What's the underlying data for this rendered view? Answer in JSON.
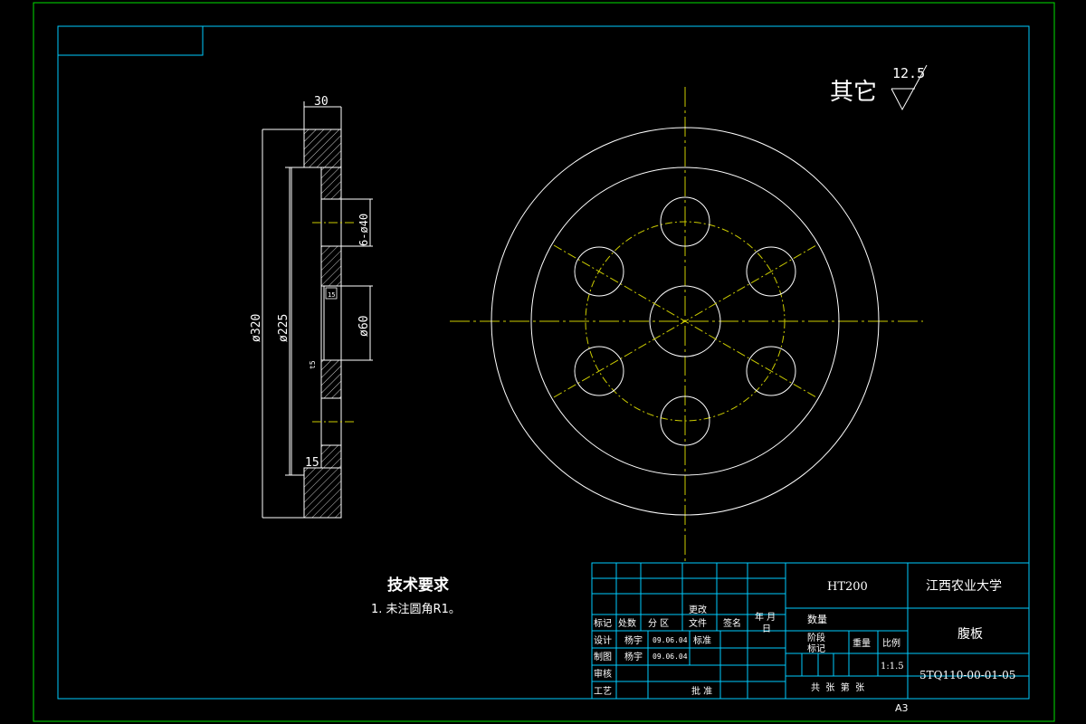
{
  "colors": {
    "background": "#000000",
    "sheet_border": "#00e000",
    "frame": "#00ccff",
    "geometry": "#ffffff",
    "centerline": "#cccc00",
    "dimension": "#ffffff"
  },
  "surface_note": {
    "label": "其它",
    "roughness": "12.5"
  },
  "dimensions": {
    "width_top": "30",
    "dia_outer": "ø320",
    "dia_inner": "ø225",
    "holes": "6-ø40",
    "bore": "ø60",
    "step": "15",
    "small_left": "t5",
    "small_box": "15"
  },
  "tech_requirements": {
    "title": "技术要求",
    "item1": "1. 未注圆角R1。"
  },
  "title_block": {
    "material": "HT200",
    "school": "江西农业大学",
    "part_name": "腹板",
    "drawing_no": "5TQ110-00-01-05",
    "scale": "1:1.5",
    "labels": {
      "mark": "标记",
      "count": "处数",
      "zone": "分 区",
      "change_doc": "更改\n文件",
      "change_doc_l1": "更改",
      "change_doc_l2": "文件",
      "sign": "签名",
      "date_l1": "年 月",
      "date_l2": "日",
      "design": "设计",
      "draw": "制图",
      "review": "审核",
      "process": "工艺",
      "std": "标准",
      "approve": "批 准",
      "qty": "数量",
      "stage_l1": "阶段",
      "stage_l2": "标记",
      "weight": "重量",
      "scale_label": "比例",
      "sheets": "共  张  第  张"
    },
    "designer": "杨宇",
    "drafter": "杨宇",
    "design_date": "09.06.04",
    "draw_date": "09.06.04"
  },
  "sheet_size": "A3"
}
